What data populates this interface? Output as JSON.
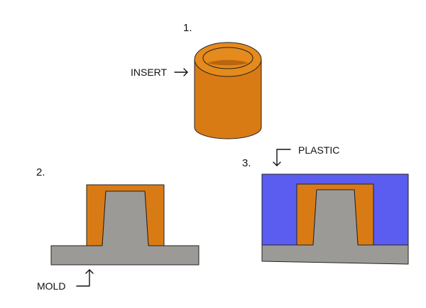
{
  "steps": {
    "step1": "1.",
    "step2": "2.",
    "step3": "3."
  },
  "labels": {
    "insert": "INSERT",
    "plastic": "PLASTIC",
    "mold": "MOLD"
  },
  "colors": {
    "insert": "#d97b14",
    "insert_top": "#e58a1c",
    "insert_inner": "#b8650e",
    "mold": "#9c9a97",
    "plastic": "#5b5cf0",
    "outline": "#222222"
  }
}
